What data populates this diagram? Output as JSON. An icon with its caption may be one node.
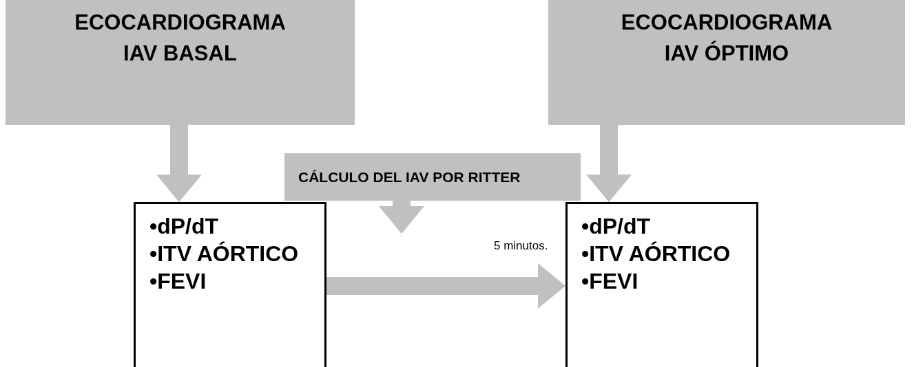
{
  "diagram": {
    "nodes": [
      {
        "text": [
          "ECOCARDIOGRAMA IAV BASAL"
        ]
      },
      {
        "text": [
          "ECOCARDIOGRAMA IAV ÓPTIMO"
        ]
      },
      {
        "text": [
          "CÁLCULO DEL IAV POR RITTER"
        ]
      },
      {
        "text": [
          "•dP/dT",
          "•ITV AÓRTICO",
          "•FEVI"
        ]
      },
      {
        "text": [
          "•dP/dT",
          "•ITV AÓRTICO",
          "•FEVI"
        ]
      }
    ],
    "edges": [
      {
        "from": 0,
        "to": 3,
        "arrow": "to"
      },
      {
        "from": 1,
        "to": 4,
        "arrow": "to"
      },
      {
        "from": 2,
        "to": null,
        "arrow": "to"
      },
      {
        "from": 3,
        "to": 4,
        "arrow": "to",
        "label": "5 minutos."
      }
    ]
  }
}
